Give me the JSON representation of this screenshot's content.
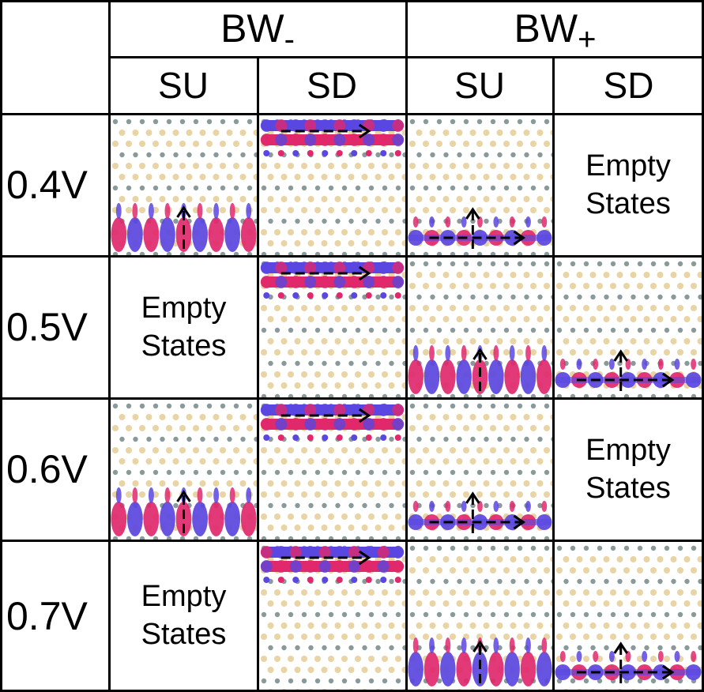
{
  "header": {
    "groups": [
      {
        "base": "BW",
        "sub": "-"
      },
      {
        "base": "BW",
        "sub": "+"
      }
    ],
    "columns": [
      "SU",
      "SD",
      "SU",
      "SD"
    ]
  },
  "empty_label": {
    "line1": "Empty",
    "line2": "States"
  },
  "rows": [
    {
      "voltage": "0.4V",
      "cells": [
        {
          "state": "bottom",
          "arrow": "up",
          "hue": "pink"
        },
        {
          "state": "top",
          "arrow": "right",
          "hue": "blue"
        },
        {
          "state": "bottom-thin",
          "arrow": "cross",
          "hue": "blue"
        },
        {
          "state": "empty"
        }
      ]
    },
    {
      "voltage": "0.5V",
      "cells": [
        {
          "state": "empty"
        },
        {
          "state": "top",
          "arrow": "right",
          "hue": "blue"
        },
        {
          "state": "bottom",
          "arrow": "up",
          "hue": "pink"
        },
        {
          "state": "bottom-thin",
          "arrow": "cross",
          "hue": "blue"
        }
      ]
    },
    {
      "voltage": "0.6V",
      "cells": [
        {
          "state": "bottom",
          "arrow": "up",
          "hue": "pink"
        },
        {
          "state": "top",
          "arrow": "right",
          "hue": "blue"
        },
        {
          "state": "bottom-thin",
          "arrow": "cross",
          "hue": "blue"
        },
        {
          "state": "empty"
        }
      ]
    },
    {
      "voltage": "0.7V",
      "cells": [
        {
          "state": "empty"
        },
        {
          "state": "top",
          "arrow": "right",
          "hue": "pink"
        },
        {
          "state": "bottom",
          "arrow": "up",
          "hue": "blue"
        },
        {
          "state": "bottom-thin",
          "arrow": "cross",
          "hue": "blue"
        }
      ]
    }
  ],
  "colors": {
    "pink": "#e0286c",
    "blue": "#5a46e0",
    "tan": "#e8d4a4",
    "gray": "#8a9a9a",
    "line": "#000000"
  }
}
